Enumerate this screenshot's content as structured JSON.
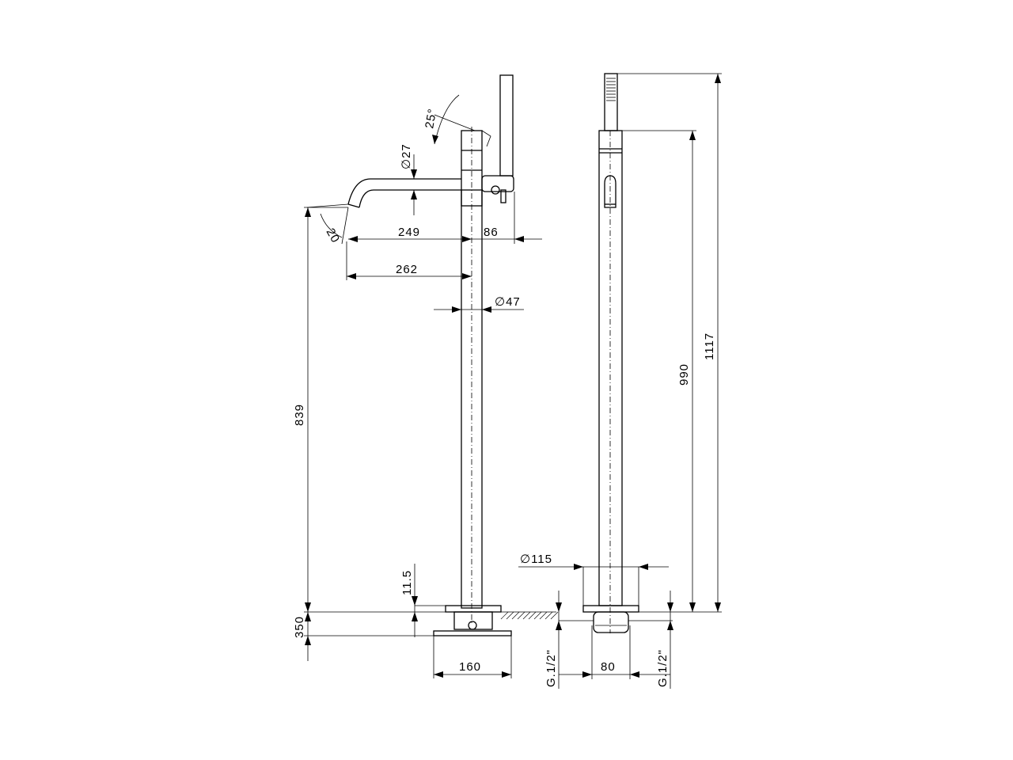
{
  "dimensions": {
    "spout_diameter": "∅27",
    "pillar_diameter": "∅47",
    "base_diameter": "∅115",
    "spout_reach_249": "249",
    "handshower_offset_86": "86",
    "spout_reach_262": "262",
    "spout_height_839": "839",
    "floor_gap_11_5": "11.5",
    "below_floor_350": "350",
    "base_width_160": "160",
    "connection_spacing_80": "80",
    "overall_height_1117": "1117",
    "spout_top_height_990": "990",
    "swivel_angle_25": "25°",
    "outlet_angle_20": "20",
    "thread_left": "G.1/2\"",
    "thread_right": "G.1/2\""
  }
}
